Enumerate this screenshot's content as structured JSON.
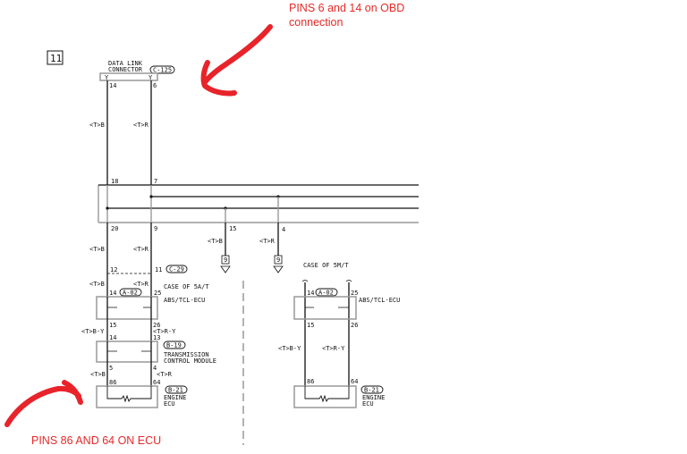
{
  "page_label": "11",
  "annotations": {
    "top_line1": "PINS  6  and 14 on OBD",
    "top_line2": "connection",
    "bottom": "PINS 86  AND 64 ON ECU",
    "color": "#e52a2a"
  },
  "data_link_connector": {
    "line1": "DATA LINK",
    "line2": "CONNECTOR",
    "code": "C-125",
    "pin_left": "14",
    "pin_right": "6"
  },
  "wires": {
    "tb": "<T>B",
    "tr": "<T>R",
    "tby": "<T>B-Y",
    "try": "<T>R-Y"
  },
  "junction": {
    "pin18": "18",
    "pin7": "7",
    "pin20": "20",
    "pin9": "9",
    "pin15": "15",
    "pin4": "4",
    "ground1": "9",
    "ground2": "9"
  },
  "connector_c29": {
    "code": "C-29",
    "pin12": "12",
    "pin11": "11"
  },
  "case_at": {
    "title": "CASE OF 5A/T",
    "abs": {
      "code": "A-02",
      "name": "ABS/TCL-ECU",
      "pin_in_l": "14",
      "pin_in_r": "25",
      "pin_out_l": "15",
      "pin_out_r": "26"
    },
    "tcm": {
      "code": "B-19",
      "name1": "TRANSMISSION",
      "name2": "CONTROL MODULE",
      "pin_in_l": "14",
      "pin_in_r": "13",
      "pin_out_l": "5",
      "pin_out_r": "4"
    },
    "ecu": {
      "code": "B-21",
      "name1": "ENGINE",
      "name2": "ECU",
      "pin_l": "86",
      "pin_r": "64"
    }
  },
  "case_mt": {
    "title": "CASE OF 5M/T",
    "abs": {
      "code": "A-02",
      "name": "ABS/TCL-ECU",
      "pin_in_l": "14",
      "pin_in_r": "25",
      "pin_out_l": "15",
      "pin_out_r": "26"
    },
    "ecu": {
      "code": "B-21",
      "name1": "ENGINE",
      "name2": "ECU",
      "pin_l": "86",
      "pin_r": "64"
    }
  }
}
